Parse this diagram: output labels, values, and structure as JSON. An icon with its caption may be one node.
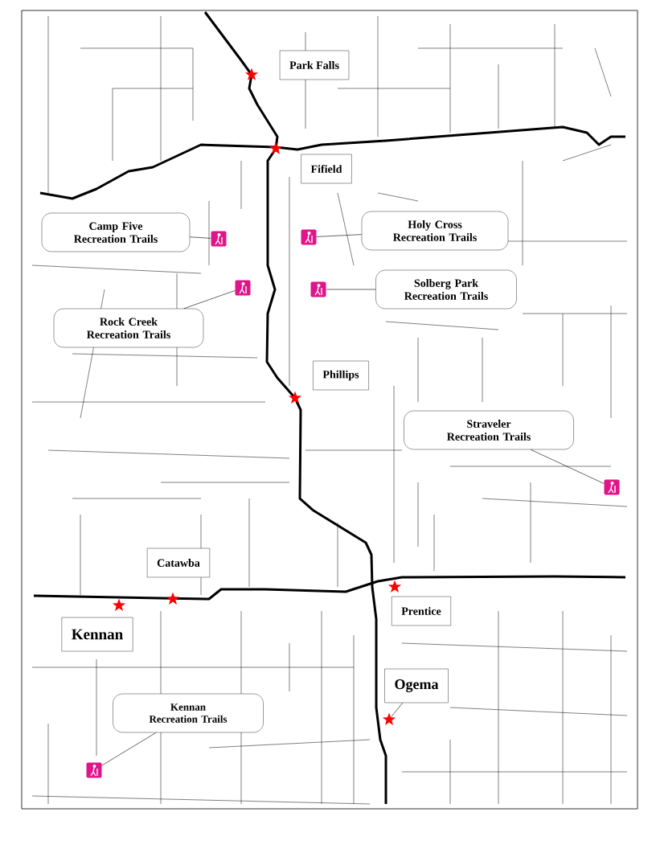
{
  "diagram": {
    "nodes": [
      {
        "text": [
          "Park Falls"
        ]
      },
      {
        "text": [
          "Fifield"
        ]
      },
      {
        "text": [
          "Camp Five Recreation Trails"
        ]
      },
      {
        "text": [
          "Holy Cross Recreation Trails"
        ]
      },
      {
        "text": [
          "Solberg Park Recreation Trails"
        ]
      },
      {
        "text": [
          "Rock Creek Recreation Trails"
        ]
      },
      {
        "text": [
          "Phillips"
        ]
      },
      {
        "text": [
          "Straveler Recreation Trails"
        ]
      },
      {
        "text": [
          "Catawba"
        ]
      },
      {
        "text": [
          "Prentice"
        ]
      },
      {
        "text": [
          "Kennan"
        ]
      },
      {
        "text": [
          "Ogema"
        ]
      },
      {
        "text": [
          "Kennan Recreation Trails"
        ]
      },
      {
        "text": [],
        "shape": "picture"
      },
      {
        "text": [],
        "shape": "picture"
      },
      {
        "text": [],
        "shape": "picture"
      },
      {
        "text": [],
        "shape": "picture"
      },
      {
        "text": [],
        "shape": "picture"
      },
      {
        "text": [],
        "shape": "picture"
      },
      {
        "text": [],
        "shape": "star"
      },
      {
        "text": [],
        "shape": "star"
      },
      {
        "text": [],
        "shape": "star"
      },
      {
        "text": [],
        "shape": "star"
      },
      {
        "text": [],
        "shape": "star"
      },
      {
        "text": [],
        "shape": "star"
      },
      {
        "text": [],
        "shape": "star"
      }
    ],
    "edges": [
      {
        "from": 2,
        "to": 13,
        "arrow": "none"
      },
      {
        "from": 3,
        "to": 14,
        "arrow": "none"
      },
      {
        "from": 4,
        "to": 16,
        "arrow": "none"
      },
      {
        "from": 5,
        "to": 15,
        "arrow": "none"
      },
      {
        "from": 7,
        "to": 17,
        "arrow": "none"
      },
      {
        "from": 12,
        "to": 18,
        "arrow": "none"
      },
      {
        "from": 11,
        "to": 25,
        "arrow": "none"
      }
    ]
  }
}
